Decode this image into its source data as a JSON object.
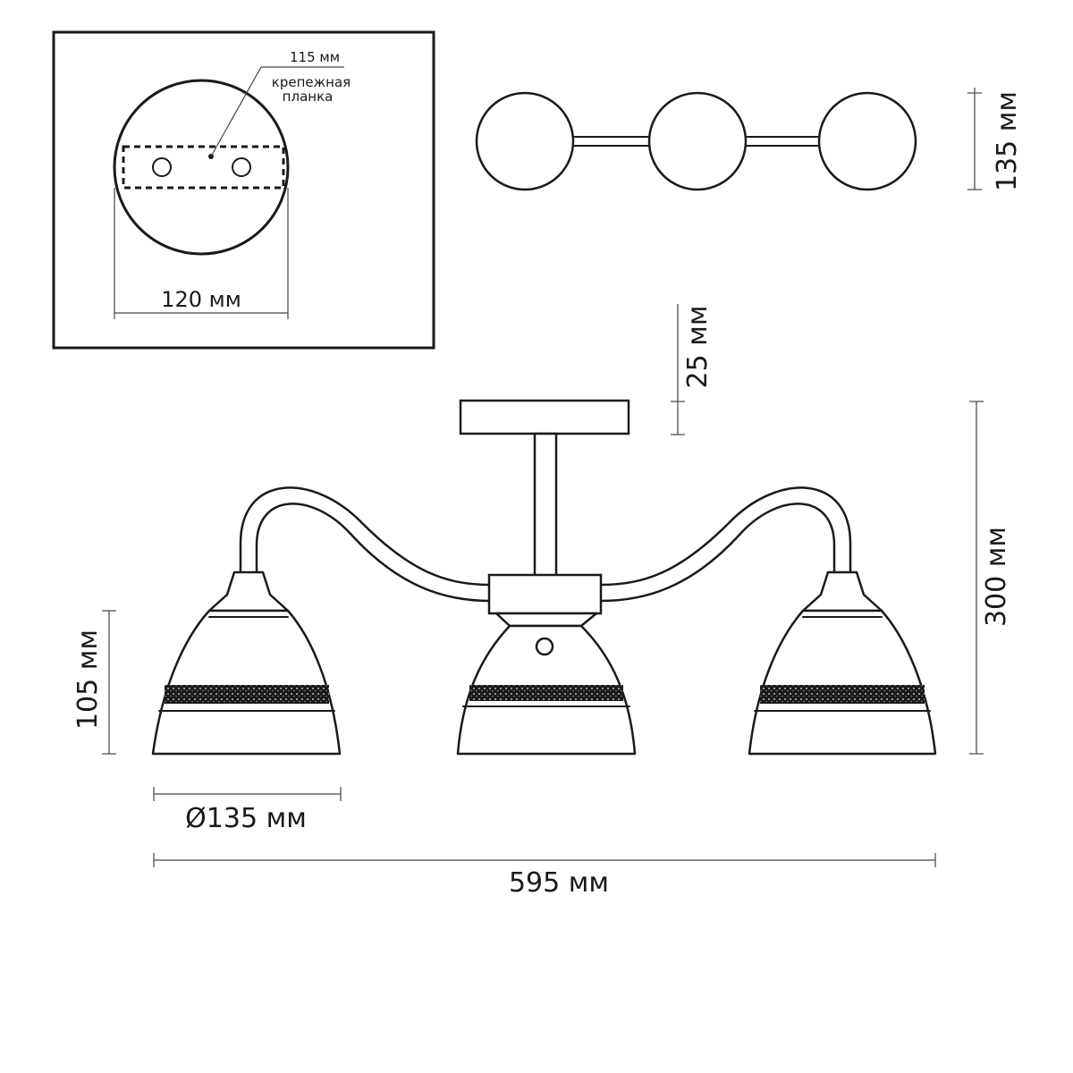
{
  "mount_inset": {
    "plate_width_label": "115 мм",
    "plate_name_line1": "крепежная",
    "plate_name_line2": "планка",
    "canopy_diameter_label": "120 мм"
  },
  "top_view": {
    "depth_label": "135 мм"
  },
  "side_view": {
    "canopy_height_label": "25 мм",
    "total_height_label": "300 мм",
    "shade_height_label": "105 мм",
    "shade_diameter_label": "Ø135 мм",
    "total_width_label": "595 мм"
  }
}
